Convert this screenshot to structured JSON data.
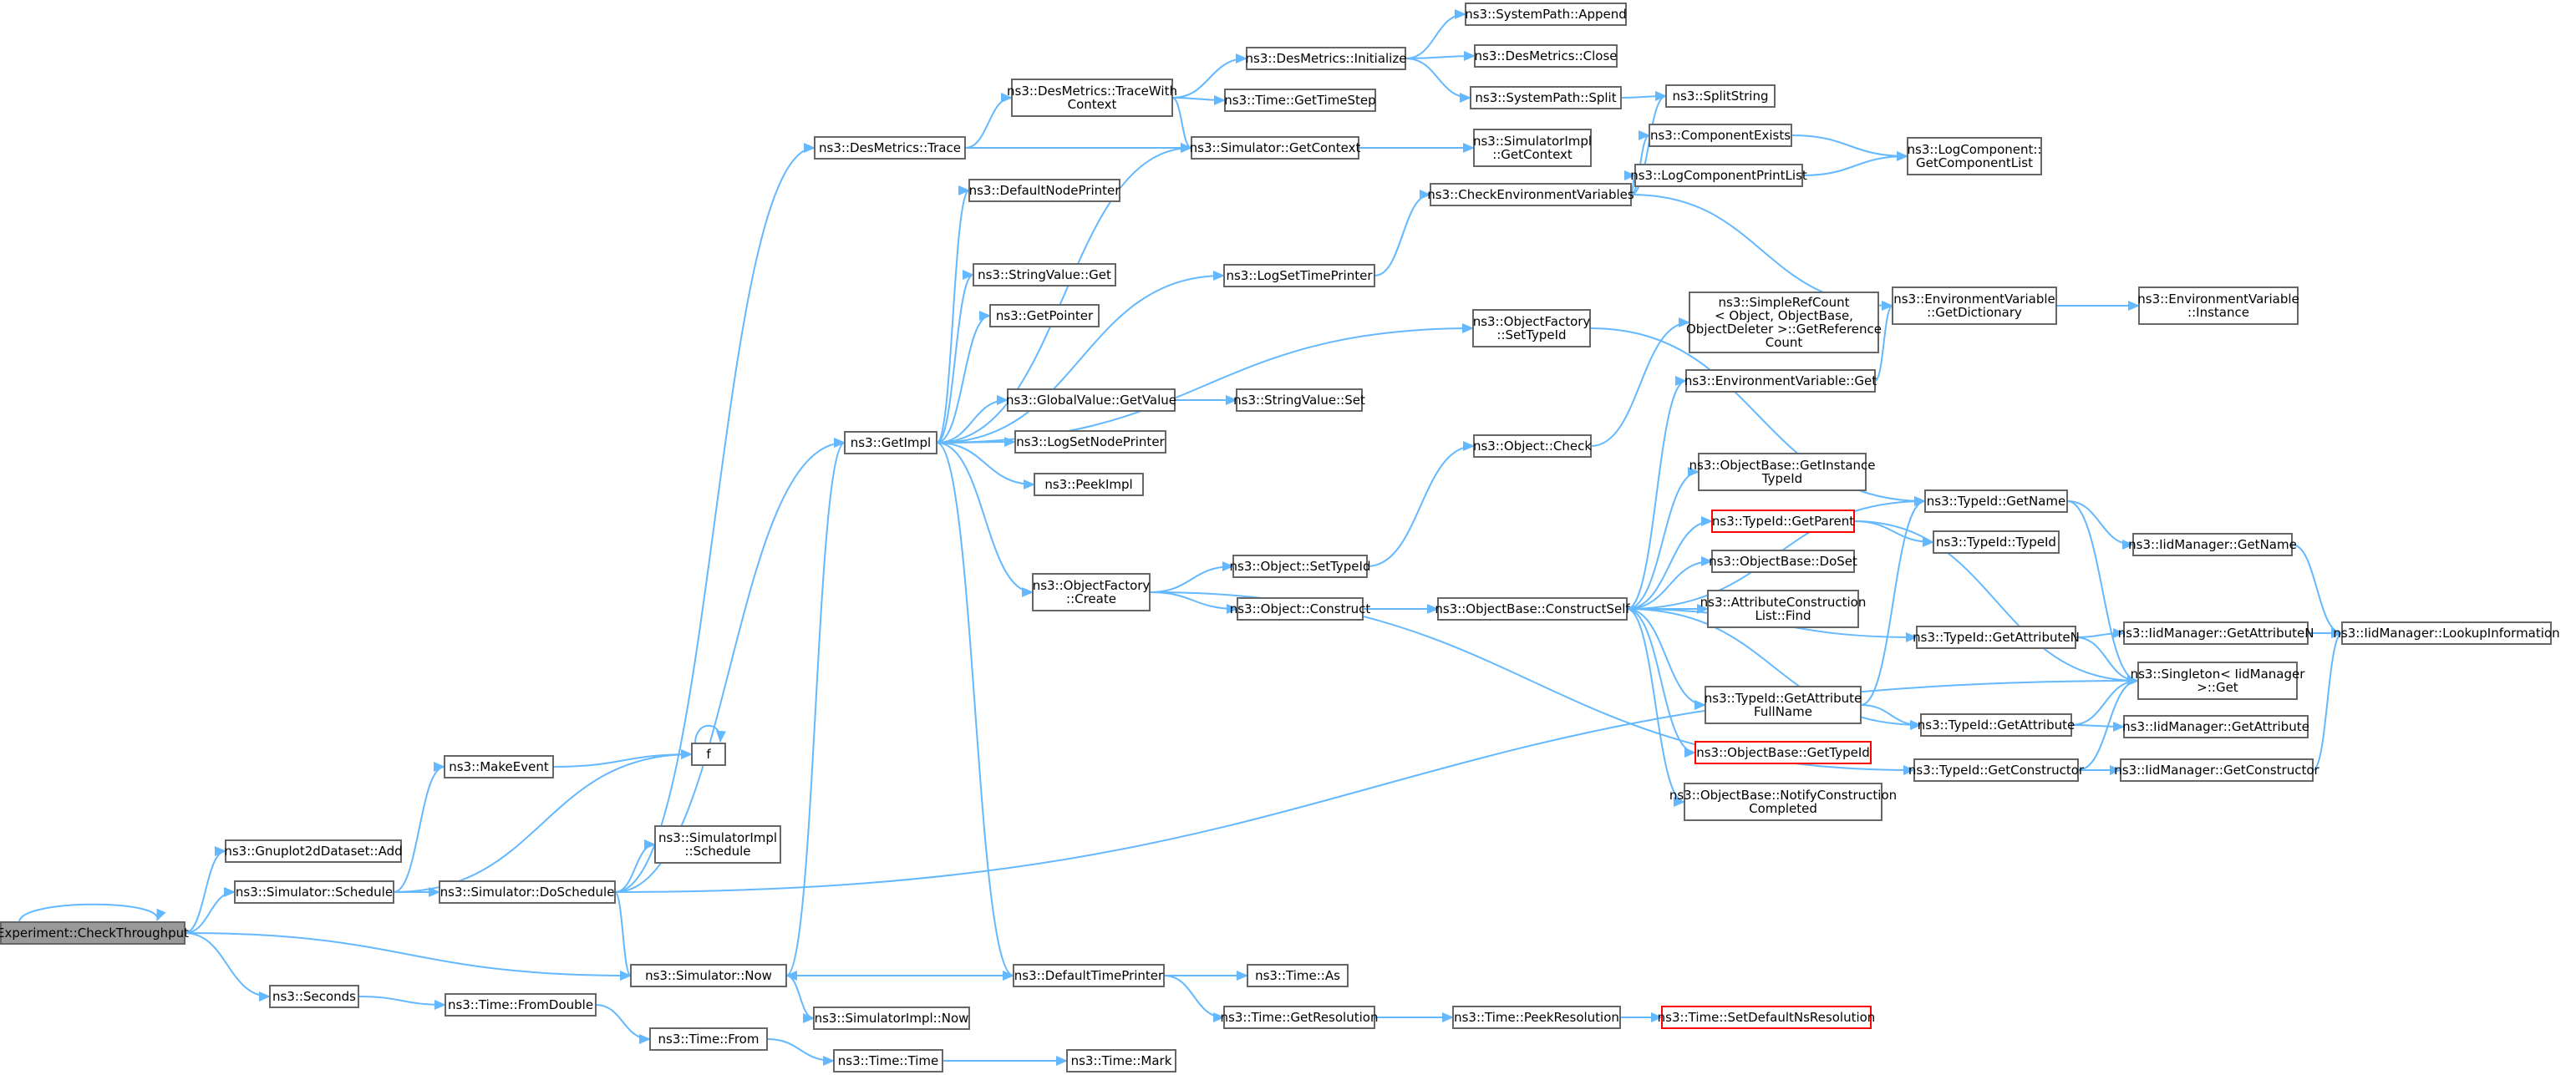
{
  "colors": {
    "edge": "#63b8ff",
    "border": "#666666",
    "highlight_border": "#ff0000",
    "root_fill": "#999999",
    "background": "#ffffff"
  },
  "nodes": [
    {
      "id": "n0",
      "lines": [
        "Experiment::CheckThroughput"
      ],
      "style": "root"
    },
    {
      "id": "n1",
      "lines": [
        "ns3::Gnuplot2dDataset::Add"
      ]
    },
    {
      "id": "n2",
      "lines": [
        "ns3::Simulator::Schedule"
      ]
    },
    {
      "id": "n3",
      "lines": [
        "ns3::MakeEvent"
      ]
    },
    {
      "id": "n4",
      "lines": [
        "f"
      ]
    },
    {
      "id": "n5",
      "lines": [
        "ns3::Simulator::DoSchedule"
      ]
    },
    {
      "id": "n6",
      "lines": [
        "ns3::SimulatorImpl",
        "::Schedule"
      ]
    },
    {
      "id": "n7",
      "lines": [
        "ns3::Simulator::Now"
      ]
    },
    {
      "id": "n8",
      "lines": [
        "ns3::SimulatorImpl::Now"
      ]
    },
    {
      "id": "n9",
      "lines": [
        "ns3::Seconds"
      ]
    },
    {
      "id": "n10",
      "lines": [
        "ns3::Time::FromDouble"
      ]
    },
    {
      "id": "n11",
      "lines": [
        "ns3::Time::From"
      ]
    },
    {
      "id": "n12",
      "lines": [
        "ns3::Time::Time"
      ]
    },
    {
      "id": "n13",
      "lines": [
        "ns3::Time::Mark"
      ]
    },
    {
      "id": "n14",
      "lines": [
        "ns3::DesMetrics::Trace"
      ]
    },
    {
      "id": "n15",
      "lines": [
        "ns3::GetImpl"
      ]
    },
    {
      "id": "n16",
      "lines": [
        "ns3::DesMetrics::TraceWith",
        "Context"
      ]
    },
    {
      "id": "n17",
      "lines": [
        "ns3::DesMetrics::Initialize"
      ]
    },
    {
      "id": "n18",
      "lines": [
        "ns3::SystemPath::Append"
      ]
    },
    {
      "id": "n19",
      "lines": [
        "ns3::DesMetrics::Close"
      ]
    },
    {
      "id": "n20",
      "lines": [
        "ns3::SystemPath::Split"
      ]
    },
    {
      "id": "n21",
      "lines": [
        "ns3::SplitString"
      ]
    },
    {
      "id": "n22",
      "lines": [
        "ns3::Time::GetTimeStep"
      ]
    },
    {
      "id": "n23",
      "lines": [
        "ns3::Simulator::GetContext"
      ]
    },
    {
      "id": "n24",
      "lines": [
        "ns3::SimulatorImpl",
        "::GetContext"
      ]
    },
    {
      "id": "n25",
      "lines": [
        "ns3::DefaultNodePrinter"
      ]
    },
    {
      "id": "n26",
      "lines": [
        "ns3::StringValue::Get"
      ]
    },
    {
      "id": "n27",
      "lines": [
        "ns3::GetPointer"
      ]
    },
    {
      "id": "n28",
      "lines": [
        "ns3::GlobalValue::GetValue"
      ]
    },
    {
      "id": "n29",
      "lines": [
        "ns3::StringValue::Set"
      ]
    },
    {
      "id": "n30",
      "lines": [
        "ns3::LogSetNodePrinter"
      ]
    },
    {
      "id": "n31",
      "lines": [
        "ns3::PeekImpl"
      ]
    },
    {
      "id": "n32",
      "lines": [
        "ns3::LogSetTimePrinter"
      ]
    },
    {
      "id": "n33",
      "lines": [
        "ns3::CheckEnvironmentVariables"
      ]
    },
    {
      "id": "n34",
      "lines": [
        "ns3::ComponentExists"
      ]
    },
    {
      "id": "n35",
      "lines": [
        "ns3::LogComponentPrintList"
      ]
    },
    {
      "id": "n36",
      "lines": [
        "ns3::LogComponent::",
        "GetComponentList"
      ]
    },
    {
      "id": "n37",
      "lines": [
        "ns3::EnvironmentVariable",
        "::GetDictionary"
      ]
    },
    {
      "id": "n38",
      "lines": [
        "ns3::EnvironmentVariable",
        "::Instance"
      ]
    },
    {
      "id": "n39",
      "lines": [
        "ns3::ObjectFactory",
        "::SetTypeId"
      ]
    },
    {
      "id": "n40",
      "lines": [
        "ns3::SimpleRefCount",
        "< Object, ObjectBase,",
        "ObjectDeleter >::GetReference",
        "Count"
      ]
    },
    {
      "id": "n41",
      "lines": [
        "ns3::EnvironmentVariable::Get"
      ]
    },
    {
      "id": "n42",
      "lines": [
        "ns3::Object::Check"
      ]
    },
    {
      "id": "n43",
      "lines": [
        "ns3::ObjectBase::GetInstance",
        "TypeId"
      ]
    },
    {
      "id": "n44",
      "lines": [
        "ns3::TypeId::GetName"
      ]
    },
    {
      "id": "n45",
      "lines": [
        "ns3::TypeId::GetParent"
      ],
      "style": "red"
    },
    {
      "id": "n46",
      "lines": [
        "ns3::TypeId::TypeId"
      ]
    },
    {
      "id": "n47",
      "lines": [
        "ns3::IidManager::GetName"
      ]
    },
    {
      "id": "n48",
      "lines": [
        "ns3::ObjectFactory",
        "::Create"
      ]
    },
    {
      "id": "n49",
      "lines": [
        "ns3::Object::SetTypeId"
      ]
    },
    {
      "id": "n50",
      "lines": [
        "ns3::Object::Construct"
      ]
    },
    {
      "id": "n51",
      "lines": [
        "ns3::ObjectBase::ConstructSelf"
      ]
    },
    {
      "id": "n52",
      "lines": [
        "ns3::ObjectBase::DoSet"
      ]
    },
    {
      "id": "n53",
      "lines": [
        "ns3::AttributeConstruction",
        "List::Find"
      ]
    },
    {
      "id": "n54",
      "lines": [
        "ns3::TypeId::GetAttributeN"
      ]
    },
    {
      "id": "n55",
      "lines": [
        "ns3::IidManager::GetAttributeN"
      ]
    },
    {
      "id": "n56",
      "lines": [
        "ns3::IidManager::LookupInformation"
      ]
    },
    {
      "id": "n57",
      "lines": [
        "ns3::Singleton< IidManager",
        ">::Get"
      ]
    },
    {
      "id": "n58",
      "lines": [
        "ns3::TypeId::GetAttribute",
        "FullName"
      ]
    },
    {
      "id": "n59",
      "lines": [
        "ns3::TypeId::GetAttribute"
      ]
    },
    {
      "id": "n60",
      "lines": [
        "ns3::IidManager::GetAttribute"
      ]
    },
    {
      "id": "n61",
      "lines": [
        "ns3::ObjectBase::GetTypeId"
      ],
      "style": "red"
    },
    {
      "id": "n62",
      "lines": [
        "ns3::TypeId::GetConstructor"
      ]
    },
    {
      "id": "n63",
      "lines": [
        "ns3::IidManager::GetConstructor"
      ]
    },
    {
      "id": "n64",
      "lines": [
        "ns3::ObjectBase::NotifyConstruction",
        "Completed"
      ]
    },
    {
      "id": "n65",
      "lines": [
        "ns3::DefaultTimePrinter"
      ]
    },
    {
      "id": "n66",
      "lines": [
        "ns3::Time::As"
      ]
    },
    {
      "id": "n67",
      "lines": [
        "ns3::Time::GetResolution"
      ]
    },
    {
      "id": "n68",
      "lines": [
        "ns3::Time::PeekResolution"
      ]
    },
    {
      "id": "n69",
      "lines": [
        "ns3::Time::SetDefaultNsResolution"
      ],
      "style": "red"
    }
  ],
  "edges": [
    [
      "n0",
      "n0"
    ],
    [
      "n0",
      "n1"
    ],
    [
      "n0",
      "n2"
    ],
    [
      "n0",
      "n7"
    ],
    [
      "n0",
      "n9"
    ],
    [
      "n2",
      "n3"
    ],
    [
      "n2",
      "n4"
    ],
    [
      "n2",
      "n5"
    ],
    [
      "n3",
      "n4"
    ],
    [
      "n4",
      "n4"
    ],
    [
      "n5",
      "n6"
    ],
    [
      "n5",
      "n7"
    ],
    [
      "n5",
      "n14"
    ],
    [
      "n5",
      "n15"
    ],
    [
      "n5",
      "n57"
    ],
    [
      "n7",
      "n8"
    ],
    [
      "n7",
      "n15"
    ],
    [
      "n9",
      "n10"
    ],
    [
      "n10",
      "n11"
    ],
    [
      "n11",
      "n12"
    ],
    [
      "n12",
      "n13"
    ],
    [
      "n14",
      "n16"
    ],
    [
      "n14",
      "n23"
    ],
    [
      "n16",
      "n17"
    ],
    [
      "n16",
      "n22"
    ],
    [
      "n16",
      "n23"
    ],
    [
      "n17",
      "n18"
    ],
    [
      "n17",
      "n19"
    ],
    [
      "n17",
      "n20"
    ],
    [
      "n20",
      "n21"
    ],
    [
      "n23",
      "n24"
    ],
    [
      "n15",
      "n23"
    ],
    [
      "n15",
      "n25"
    ],
    [
      "n15",
      "n26"
    ],
    [
      "n15",
      "n27"
    ],
    [
      "n15",
      "n28"
    ],
    [
      "n15",
      "n30"
    ],
    [
      "n15",
      "n31"
    ],
    [
      "n15",
      "n32"
    ],
    [
      "n15",
      "n39"
    ],
    [
      "n15",
      "n48"
    ],
    [
      "n15",
      "n65"
    ],
    [
      "n28",
      "n29"
    ],
    [
      "n32",
      "n33"
    ],
    [
      "n33",
      "n21"
    ],
    [
      "n33",
      "n34"
    ],
    [
      "n33",
      "n35"
    ],
    [
      "n33",
      "n37"
    ],
    [
      "n34",
      "n36"
    ],
    [
      "n35",
      "n36"
    ],
    [
      "n37",
      "n38"
    ],
    [
      "n39",
      "n44"
    ],
    [
      "n48",
      "n49"
    ],
    [
      "n48",
      "n50"
    ],
    [
      "n48",
      "n62"
    ],
    [
      "n49",
      "n42"
    ],
    [
      "n42",
      "n40"
    ],
    [
      "n50",
      "n51"
    ],
    [
      "n51",
      "n41"
    ],
    [
      "n51",
      "n43"
    ],
    [
      "n51",
      "n44"
    ],
    [
      "n51",
      "n45"
    ],
    [
      "n51",
      "n52"
    ],
    [
      "n51",
      "n53"
    ],
    [
      "n51",
      "n54"
    ],
    [
      "n51",
      "n58"
    ],
    [
      "n51",
      "n59"
    ],
    [
      "n51",
      "n61"
    ],
    [
      "n51",
      "n64"
    ],
    [
      "n41",
      "n37"
    ],
    [
      "n44",
      "n47"
    ],
    [
      "n44",
      "n57"
    ],
    [
      "n45",
      "n46"
    ],
    [
      "n45",
      "n57"
    ],
    [
      "n47",
      "n56"
    ],
    [
      "n54",
      "n55"
    ],
    [
      "n54",
      "n57"
    ],
    [
      "n55",
      "n56"
    ],
    [
      "n58",
      "n44"
    ],
    [
      "n58",
      "n59"
    ],
    [
      "n59",
      "n57"
    ],
    [
      "n59",
      "n60"
    ],
    [
      "n62",
      "n57"
    ],
    [
      "n62",
      "n63"
    ],
    [
      "n63",
      "n56"
    ],
    [
      "n65",
      "n7"
    ],
    [
      "n65",
      "n66"
    ],
    [
      "n65",
      "n67"
    ],
    [
      "n67",
      "n68"
    ],
    [
      "n68",
      "n69"
    ]
  ]
}
